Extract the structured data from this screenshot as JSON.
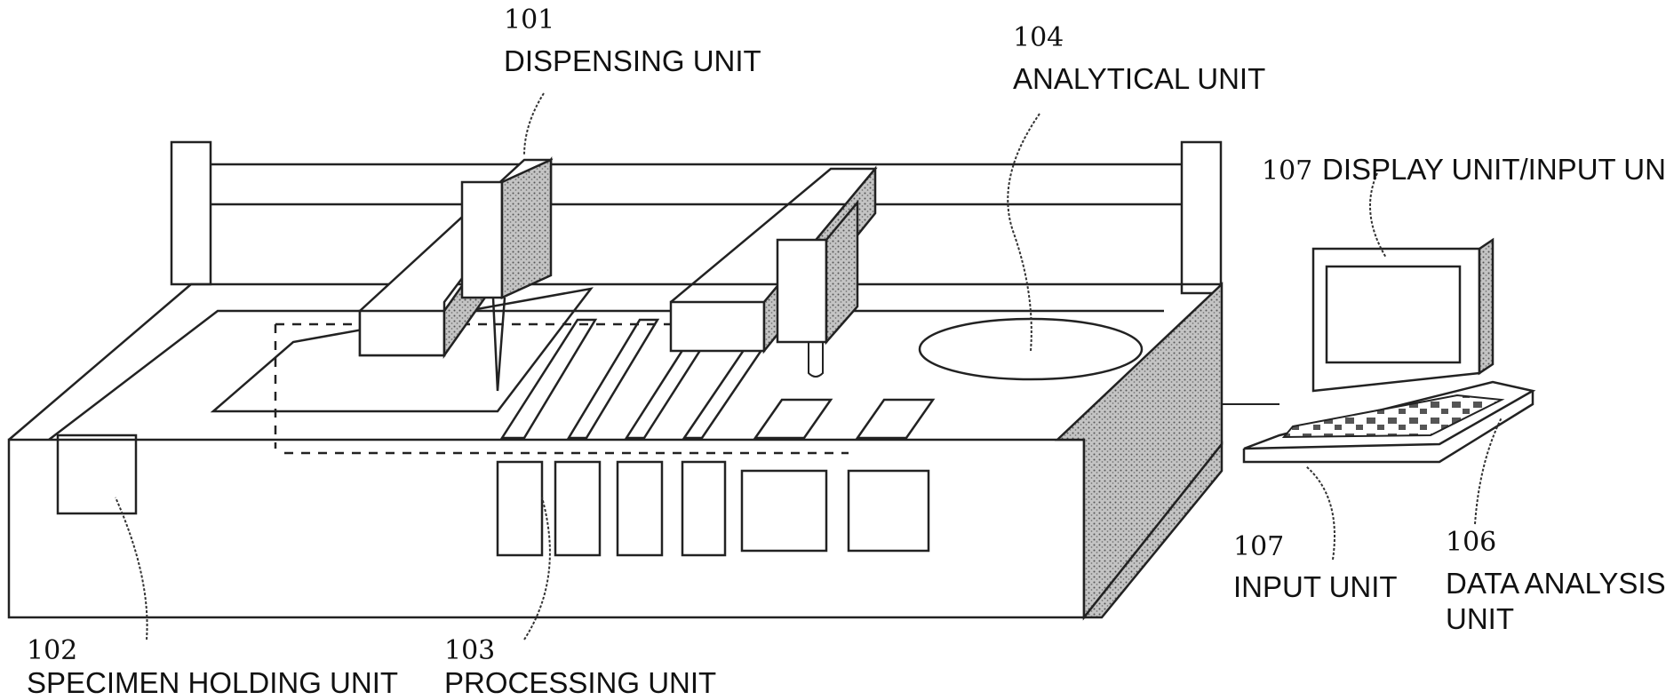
{
  "labels": {
    "dispensing": {
      "number": "101",
      "text": "DISPENSING UNIT"
    },
    "specimen": {
      "number": "102",
      "text": "SPECIMEN HOLDING UNIT"
    },
    "processing": {
      "number": "103",
      "text": "PROCESSING UNIT"
    },
    "analytical": {
      "number": "104",
      "text": "ANALYTICAL UNIT"
    },
    "display": {
      "number": "107",
      "text": "DISPLAY UNIT/INPUT UNIT"
    },
    "input": {
      "number": "107",
      "text": "INPUT UNIT"
    },
    "data_analysis": {
      "number": "106",
      "text_line1": "DATA ANALYSIS",
      "text_line2": "UNIT"
    }
  },
  "colors": {
    "line": "#222222",
    "shade": "#9a9a9a",
    "background": "#ffffff"
  }
}
